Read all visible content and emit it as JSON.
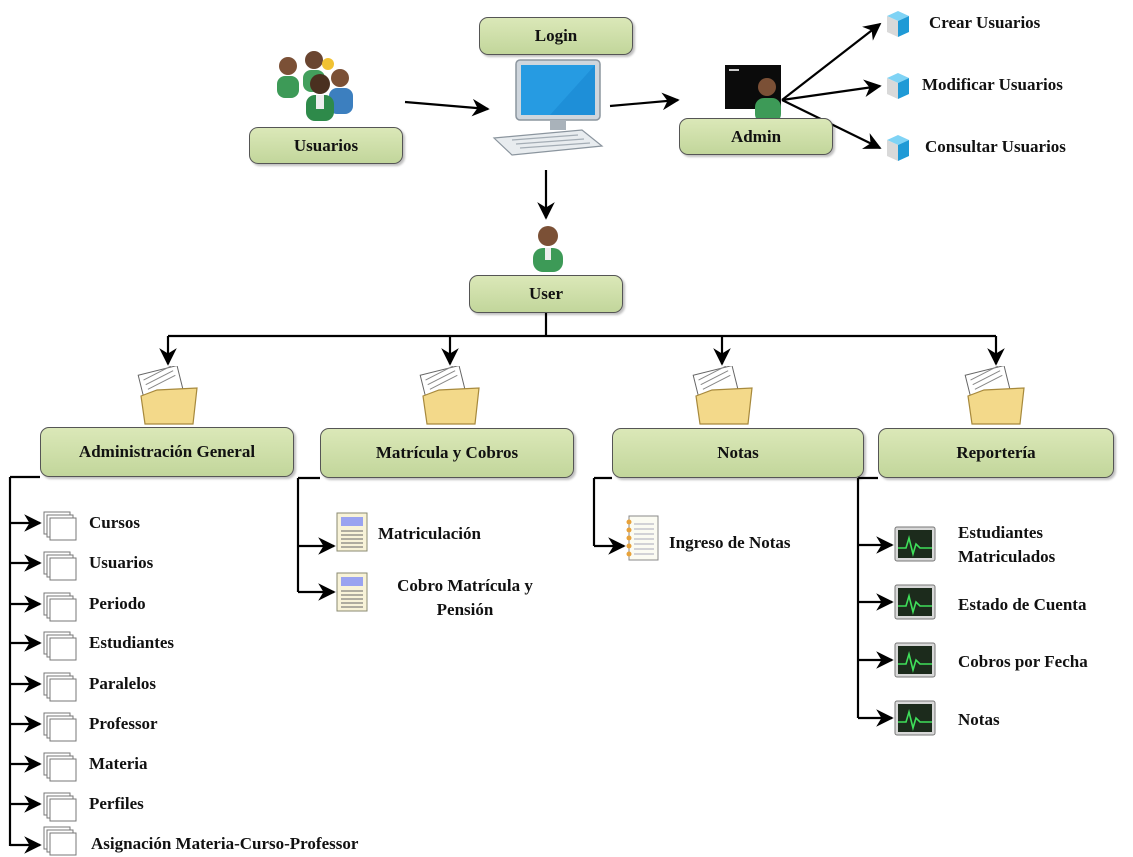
{
  "top": {
    "usuarios_label": "Usuarios",
    "login_label": "Login",
    "admin_label": "Admin",
    "user_label": "User",
    "admin_actions": [
      "Crear Usuarios",
      "Modificar Usuarios",
      "Consultar Usuarios"
    ]
  },
  "modules": {
    "admin_general": {
      "label": "Administración General",
      "items": [
        "Cursos",
        "Usuarios",
        "Periodo",
        "Estudiantes",
        "Paralelos",
        "Professor",
        "Materia",
        "Perfiles",
        "Asignación Materia-Curso-Professor"
      ]
    },
    "matricula": {
      "label": "Matrícula y Cobros",
      "items": [
        "Matriculación",
        "Cobro Matrícula y",
        "Pensión"
      ]
    },
    "notas": {
      "label": "Notas",
      "items": [
        "Ingreso de Notas"
      ]
    },
    "reporteria": {
      "label": "Reportería",
      "items": [
        "Estudiantes",
        "Matriculados",
        "Estado de Cuenta",
        "Cobros por Fecha",
        "Notas"
      ]
    }
  },
  "colors": {
    "box_fill": "#c2d69b",
    "box_border": "#555555",
    "line": "#000000"
  },
  "icons": [
    "users-group-icon",
    "computer-icon",
    "admin-terminal-icon",
    "user-icon",
    "folder-icon",
    "page-stack-icon",
    "document-icon",
    "notebook-icon",
    "monitor-chart-icon",
    "cube-icon"
  ]
}
